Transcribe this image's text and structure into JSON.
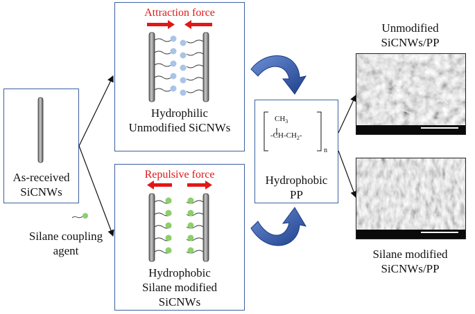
{
  "left": {
    "label_line1": "As-received",
    "label_line2": "SiCNWs"
  },
  "silane": {
    "label_line1": "Silane coupling",
    "label_line2": "agent"
  },
  "top_box": {
    "force_label": "Attraction force",
    "label_line1": "Hydrophilic",
    "label_line2": "Unmodified SiCNWs"
  },
  "bottom_box": {
    "force_label": "Repulsive force",
    "label_line1": "Hydrophobic",
    "label_line2": "Silane modified",
    "label_line3": "SiCNWs"
  },
  "pp_box": {
    "formula_top": "CH",
    "formula_top_sub": "3",
    "formula_main": "-CH-CH",
    "formula_main_sub": "2",
    "formula_end": "-",
    "repeat_n": "n",
    "label_line1": "Hydrophobic",
    "label_line2": "PP"
  },
  "right_top": {
    "label_line1": "Unmodified",
    "label_line2": "SiCNWs/PP"
  },
  "right_bottom": {
    "label_line1": "Silane modified",
    "label_line2": "SiCNWs/PP"
  },
  "colors": {
    "box_border": "#3b5fa0",
    "force_red": "#e01818",
    "particle_blue": "#a9c4e6",
    "particle_green": "#8dcf6a",
    "curved_arrow": "#2f57a8"
  }
}
